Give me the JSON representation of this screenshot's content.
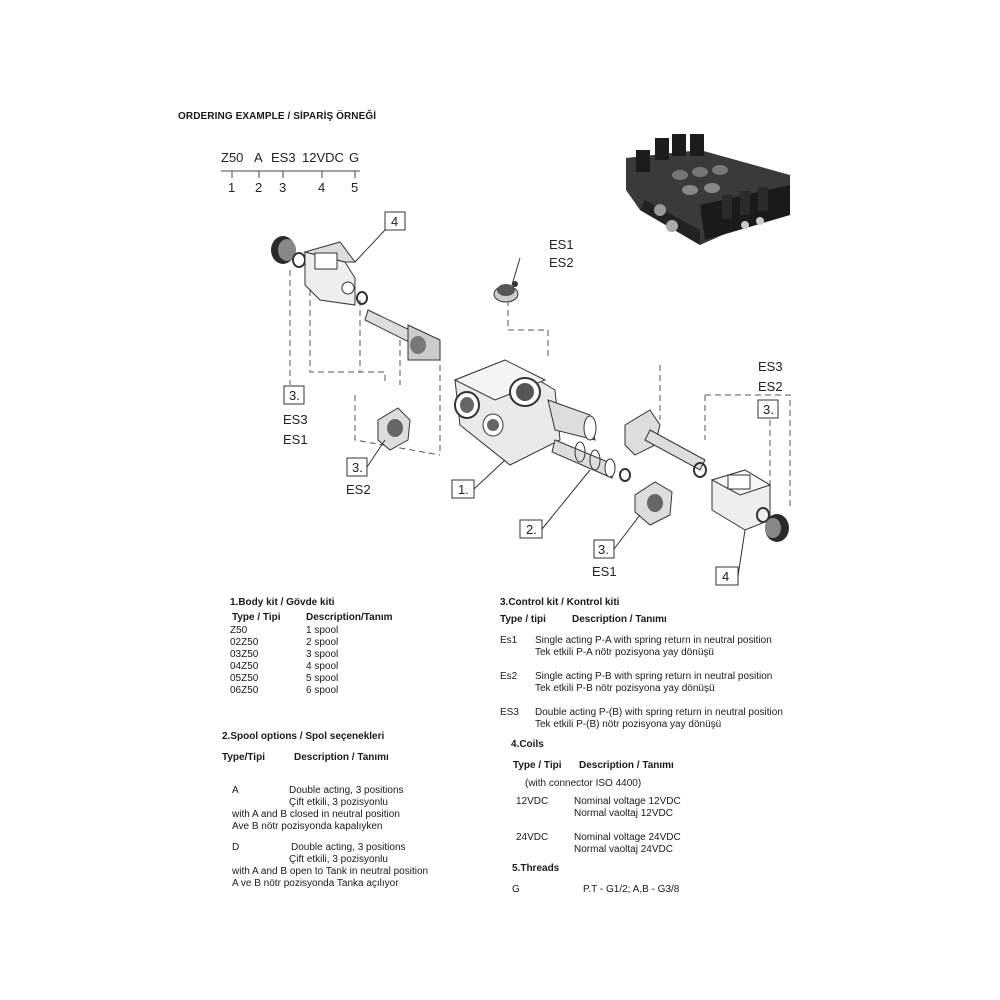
{
  "header": {
    "title": "ORDERING EXAMPLE / SİPARİŞ ÖRNEĞİ"
  },
  "order_code": {
    "parts": [
      "Z50",
      "A",
      "ES3",
      "12VDC",
      "G"
    ],
    "positions": [
      "1",
      "2",
      "3",
      "4",
      "5"
    ]
  },
  "diagram": {
    "callouts": {
      "c4_top": "4",
      "c3_left": "3.",
      "es3_left": "ES3",
      "es1_left": "ES1",
      "c3_mid": "3.",
      "es2_mid": "ES2",
      "c1": "1.",
      "c2": "2.",
      "es1_top": "ES1",
      "es2_top": "ES2",
      "es3_right": "ES3",
      "es2_right": "ES2",
      "c3_right": "3.",
      "c3_bottom": "3.",
      "es1_bottom": "ES1",
      "c4_bottom": "4"
    }
  },
  "body_kit": {
    "title": "1.Body kit / Gövde kiti",
    "col_type": "Type / Tipi",
    "col_desc": "Description/Tanım",
    "rows": [
      {
        "type": "Z50",
        "desc": "1 spool"
      },
      {
        "type": "02Z50",
        "desc": "2 spool"
      },
      {
        "type": "03Z50",
        "desc": "3 spool"
      },
      {
        "type": "04Z50",
        "desc": "4 spool"
      },
      {
        "type": "05Z50",
        "desc": "5 spool"
      },
      {
        "type": "06Z50",
        "desc": "6 spool"
      }
    ]
  },
  "spool_options": {
    "title": "2.Spool options / Spol seçenekleri",
    "col_type": "Type/Tipi",
    "col_desc": "Description / Tanımı",
    "items": [
      {
        "type": "A",
        "line1": "Double acting, 3 positions",
        "line2": "Çift etkili, 3 pozisyonlu",
        "line3": "with A and B closed in neutral position",
        "line4": "Ave B nötr pozisyonda kapalıyken"
      },
      {
        "type": "D",
        "line1": "Double acting, 3 positions",
        "line2": "Çift etkili, 3 pozisyonlu",
        "line3": "with A and B open to Tank in neutral position",
        "line4": "A ve B nötr pozisyonda Tanka açılıyor"
      }
    ]
  },
  "control_kit": {
    "title": "3.Control kit / Kontrol kiti",
    "col_type": "Type / tipi",
    "col_desc": "Description / Tanımı",
    "items": [
      {
        "type": "Es1",
        "line1": "Single acting P-A with spring return in neutral position",
        "line2": "Tek etkili P-A nötr pozisyona yay dönüşü"
      },
      {
        "type": "Es2",
        "line1": "Single acting P-B with spring return in neutral position",
        "line2": "Tek etkili P-B nötr pozisyona yay dönüşü"
      },
      {
        "type": "ES3",
        "line1": "Double acting P-(B) with spring return in neutral position",
        "line2": "Tek etkili P-(B) nötr pozisyona yay dönüşü"
      }
    ]
  },
  "coils": {
    "title": "4.Coils",
    "col_type": "Type / Tipi",
    "col_desc": "Description / Tanımı",
    "note": "(with connector ISO 4400)",
    "items": [
      {
        "type": "12VDC",
        "line1": "Nominal voltage 12VDC",
        "line2": "Normal vaoltaj 12VDC"
      },
      {
        "type": "24VDC",
        "line1": "Nominal voltage 24VDC",
        "line2": "Normal vaoltaj 24VDC"
      }
    ]
  },
  "threads": {
    "title": "5.Threads",
    "type": "G",
    "desc": "P.T - G1/2; A,B - G3/8"
  }
}
